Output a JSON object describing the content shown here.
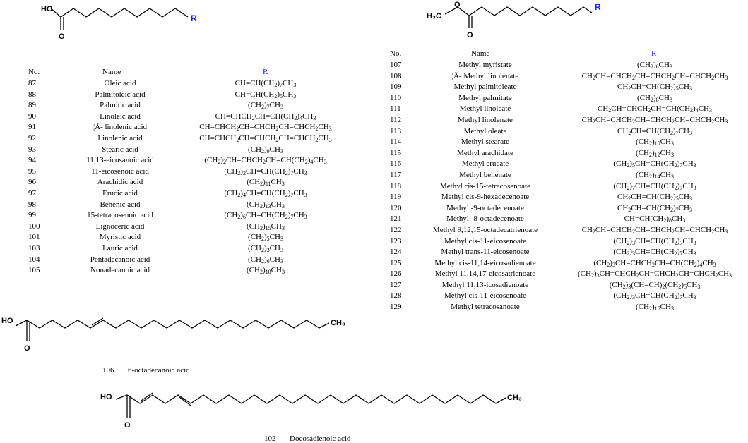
{
  "structures": {
    "acid_top": {
      "oh": "HO",
      "o": "O",
      "r": "R"
    },
    "ester_top": {
      "h3c": "H₃C",
      "o_ether": "O",
      "o": "O",
      "r": "R"
    },
    "s106": {
      "oh": "HO",
      "o": "O",
      "ch3": "CH₃"
    },
    "s102": {
      "oh": "HO",
      "o": "O",
      "ch3": "CH₃"
    }
  },
  "left_table": {
    "headers": {
      "no": "No.",
      "name": "Name",
      "r": "R"
    },
    "rows": [
      {
        "no": "87",
        "name": "Oleic acid",
        "r": "CH=CH(CH<sub>2</sub>)<sub>7</sub>CH<sub>3</sub>"
      },
      {
        "no": "88",
        "name": "Palmitoleic acid",
        "r": "CH=CH(CH<sub>2</sub>)<sub>5</sub>CH<sub>3</sub>"
      },
      {
        "no": "89",
        "name": "Palmitic acid",
        "r": "(CH<sub>2</sub>)<sub>7</sub>CH<sub>3</sub>"
      },
      {
        "no": "90",
        "name": "Linoleic acid",
        "r": "CH=CHCH<sub>2</sub>CH=CH(CH<sub>2</sub>)<sub>4</sub>CH<sub>3</sub>"
      },
      {
        "no": "91",
        "name": "¦Ã- linolenic acid",
        "r": "CH=CHCH<sub>2</sub>CH=CHCH<sub>2</sub>CH=CHCH<sub>2</sub>CH<sub>3</sub>"
      },
      {
        "no": "92",
        "name": "Linolenic acid",
        "r": "CH=CHCH<sub>2</sub>CH=CHCH<sub>2</sub>CH=CHCH<sub>2</sub>CH<sub>3</sub>"
      },
      {
        "no": "93",
        "name": "Stearic acid",
        "r": "(CH<sub>2</sub>)<sub>9</sub>CH<sub>3</sub>"
      },
      {
        "no": "94",
        "name": "11,13-eicosanoic acid",
        "r": "(CH<sub>2</sub>)<sub>2</sub>CH=CHCH<sub>2</sub>CH=CH(CH<sub>2</sub>)<sub>4</sub>CH<sub>3</sub>"
      },
      {
        "no": "95",
        "name": "11-eicosenoic acid",
        "r": "(CH<sub>2</sub>)<sub>2</sub>CH=CH(CH<sub>2</sub>)<sub>7</sub>CH<sub>3</sub>"
      },
      {
        "no": "96",
        "name": "Arachidic acid",
        "r": "(CH<sub>2</sub>)<sub>11</sub>CH<sub>3</sub>"
      },
      {
        "no": "97",
        "name": "Erucic acid",
        "r": "(CH<sub>2</sub>)<sub>4</sub>CH=CH(CH<sub>2</sub>)<sub>7</sub>CH<sub>3</sub>"
      },
      {
        "no": "98",
        "name": "Behenic acid",
        "r": "(CH<sub>2</sub>)<sub>13</sub>CH<sub>3</sub>"
      },
      {
        "no": "99",
        "name": "15-tetracosenoic acid",
        "r": "(CH<sub>2</sub>)<sub>6</sub>CH=CH(CH<sub>2</sub>)<sub>7</sub>CH<sub>3</sub>"
      },
      {
        "no": "100",
        "name": "Lignoceric acid",
        "r": "(CH<sub>2</sub>)<sub>15</sub>CH<sub>3</sub>"
      },
      {
        "no": "101",
        "name": "Myristic acid",
        "r": "(CH<sub>2</sub>)<sub>5</sub>CH<sub>3</sub>"
      },
      {
        "no": "103",
        "name": "Lauric acid",
        "r": "(CH<sub>2</sub>)<sub>3</sub>CH<sub>3</sub>"
      },
      {
        "no": "104",
        "name": "Pentadecanoic acid",
        "r": "(CH<sub>2</sub>)<sub>6</sub>CH<sub>3</sub>"
      },
      {
        "no": "105",
        "name": "Nonadecanoic acid",
        "r": "(CH<sub>2</sub>)<sub>10</sub>CH<sub>3</sub>"
      }
    ]
  },
  "right_table": {
    "headers": {
      "no": "No.",
      "name": "Name",
      "r": "R"
    },
    "rows": [
      {
        "no": "107",
        "name": "Methyl myristate",
        "r": "(CH<sub>2</sub>)<sub>6</sub>CH<sub>3</sub>"
      },
      {
        "no": "108",
        "name": "¦Ã- Methyl linolenate",
        "r": "CH<sub>2</sub>CH=CHCH<sub>2</sub>CH=CHCH<sub>2</sub>CH=CHCH<sub>2</sub>CH<sub>3</sub>"
      },
      {
        "no": "109",
        "name": "Methyl palmitoleate",
        "r": "CH<sub>2</sub>CH=CH(CH<sub>2</sub>)<sub>5</sub>CH<sub>3</sub>"
      },
      {
        "no": "110",
        "name": "Methyl palmitate",
        "r": "(CH<sub>2</sub>)<sub>8</sub>CH<sub>3</sub>"
      },
      {
        "no": "111",
        "name": "Methyl linoleate",
        "r": "CH<sub>2</sub>CH=CHCH<sub>2</sub>CH=CH(CH<sub>2</sub>)<sub>4</sub>CH<sub>3</sub>"
      },
      {
        "no": "112",
        "name": "Methyl linolenate",
        "r": "CH<sub>2</sub>CH=CHCH<sub>2</sub>CH=CHCH<sub>2</sub>CH=CHCH<sub>2</sub>CH<sub>3</sub>"
      },
      {
        "no": "113",
        "name": "Methyl oleate",
        "r": "CH<sub>2</sub>CH=CH(CH<sub>2</sub>)<sub>7</sub>CH<sub>3</sub>"
      },
      {
        "no": "114",
        "name": "Methyl stearate",
        "r": "(CH<sub>2</sub>)<sub>10</sub>CH<sub>3</sub>"
      },
      {
        "no": "115",
        "name": "Methyl arachidate",
        "r": "(CH<sub>2</sub>)<sub>12</sub>CH<sub>3</sub>"
      },
      {
        "no": "116",
        "name": "Methyl erucate",
        "r": "(CH<sub>2</sub>)<sub>5</sub>CH=CH(CH<sub>2</sub>)<sub>7</sub>CH<sub>3</sub>"
      },
      {
        "no": "117",
        "name": "Methyl behenate",
        "r": "(CH<sub>2</sub>)<sub>14</sub>CH<sub>3</sub>"
      },
      {
        "no": "118",
        "name": "Methyl cis-15-tetracosenoate",
        "r": "(CH<sub>2</sub>)<sub>7</sub>CH=CH(CH<sub>2</sub>)<sub>7</sub>CH<sub>3</sub>"
      },
      {
        "no": "119",
        "name": "Methyl cis-9-hexadecenoate",
        "r": "CH<sub>2</sub>CH=CH(CH<sub>2</sub>)<sub>5</sub>CH<sub>3</sub>"
      },
      {
        "no": "120",
        "name": "Methyl -9-octadecenoate",
        "r": "CH<sub>2</sub>CH=CH(CH<sub>2</sub>)<sub>7</sub>CH<sub>3</sub>"
      },
      {
        "no": "121",
        "name": "Methyl -8-octadecenoate",
        "r": "CH=CH(CH<sub>2</sub>)<sub>8</sub>CH<sub>3</sub>"
      },
      {
        "no": "122",
        "name": "Methyl 9,12,15-octadecatrienoate",
        "r": "CH<sub>2</sub>CH=CHCH<sub>2</sub>CH=CHCH<sub>2</sub>CH=CHCH<sub>2</sub>CH<sub>3</sub>"
      },
      {
        "no": "123",
        "name": "Methyl cis-11-eicosenoate",
        "r": "(CH<sub>2</sub>)<sub>3</sub>CH=CH(CH<sub>2</sub>)<sub>7</sub>CH<sub>3</sub>"
      },
      {
        "no": "124",
        "name": "Methyl trans-11-eicosenoate",
        "r": "(CH<sub>2</sub>)<sub>3</sub>CH=CH(CH<sub>2</sub>)<sub>7</sub>CH<sub>3</sub>"
      },
      {
        "no": "125",
        "name": "Methyl  cis-11,14-eicosadienoate",
        "r": "(CH<sub>2</sub>)<sub>3</sub>CH=CHCH<sub>2</sub>CH=CH(CH<sub>2</sub>)<sub>4</sub>CH<sub>3</sub>"
      },
      {
        "no": "126",
        "name": "Methyl 11,14,17-eicosatrienoate",
        "r": "(CH<sub>2</sub>)<sub>3</sub>CH=CHCH<sub>2</sub>CH=CHCH<sub>2</sub>CH=CHCH<sub>2</sub>CH<sub>3</sub>"
      },
      {
        "no": "127",
        "name": "Methyl 11,13-icosadienoate",
        "r": "(CH<sub>2</sub>)<sub>3</sub>(CH=CH)<sub>2</sub>(CH<sub>2</sub>)<sub>5</sub>CH<sub>3</sub>"
      },
      {
        "no": "128",
        "name": "Methyl cis-11-eicosenoate",
        "r": "(CH<sub>2</sub>)<sub>3</sub>CH=CH(CH<sub>2</sub>)<sub>7</sub>CH<sub>3</sub>"
      },
      {
        "no": "129",
        "name": "Methyl tetracosanoate",
        "r": "(CH<sub>2</sub>)<sub>16</sub>CH<sub>3</sub>"
      }
    ]
  },
  "captions": {
    "c106_no": "106",
    "c106_name": "6-octadecanoic acid",
    "c102_no": "102",
    "c102_name": "Docosadienoic acid"
  },
  "colors": {
    "r_group": "#1a1aff",
    "line": "#000000"
  }
}
